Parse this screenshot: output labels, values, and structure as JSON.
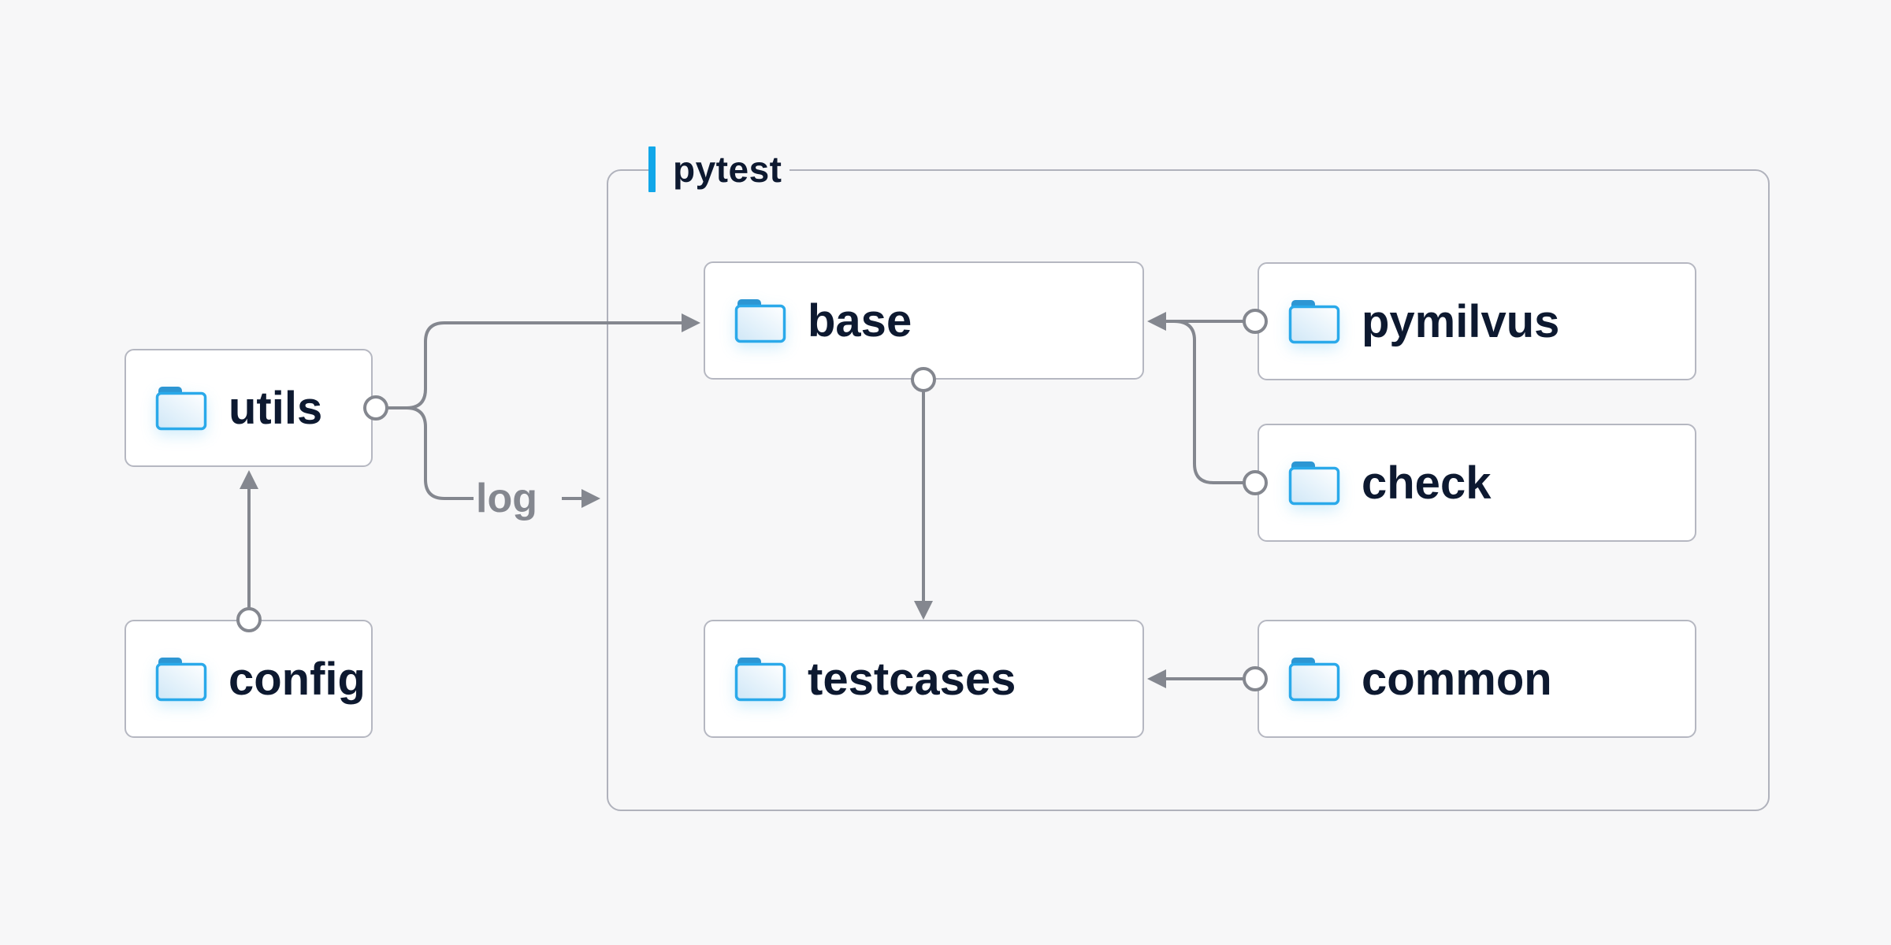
{
  "page": {
    "background_color": "#f7f7f8"
  },
  "group_box": {
    "label": "pytest",
    "accent_color": "#12a7e9"
  },
  "nodes": {
    "utils": {
      "label": "utils",
      "icon": "folder-icon"
    },
    "config": {
      "label": "config",
      "icon": "folder-icon"
    },
    "base": {
      "label": "base",
      "icon": "folder-icon"
    },
    "pymilvus": {
      "label": "pymilvus",
      "icon": "folder-icon"
    },
    "check": {
      "label": "check",
      "icon": "folder-icon"
    },
    "testcases": {
      "label": "testcases",
      "icon": "folder-icon"
    },
    "common": {
      "label": "common",
      "icon": "folder-icon"
    }
  },
  "edges": [
    {
      "from": "config",
      "to": "utils"
    },
    {
      "from": "utils",
      "to": "base"
    },
    {
      "from": "utils",
      "to": "log",
      "label": "log"
    },
    {
      "from": "pymilvus",
      "to": "base"
    },
    {
      "from": "check",
      "to": "base"
    },
    {
      "from": "base",
      "to": "testcases"
    },
    {
      "from": "common",
      "to": "testcases"
    }
  ],
  "colors": {
    "node_border": "#b5b7c1",
    "group_border": "#b0b2bc",
    "connector": "#84878f",
    "node_text": "#0d1930",
    "folder_stroke": "#2aa9ea",
    "folder_tab": "#2d96d3",
    "folder_fill_light": "#cfe7f7"
  }
}
